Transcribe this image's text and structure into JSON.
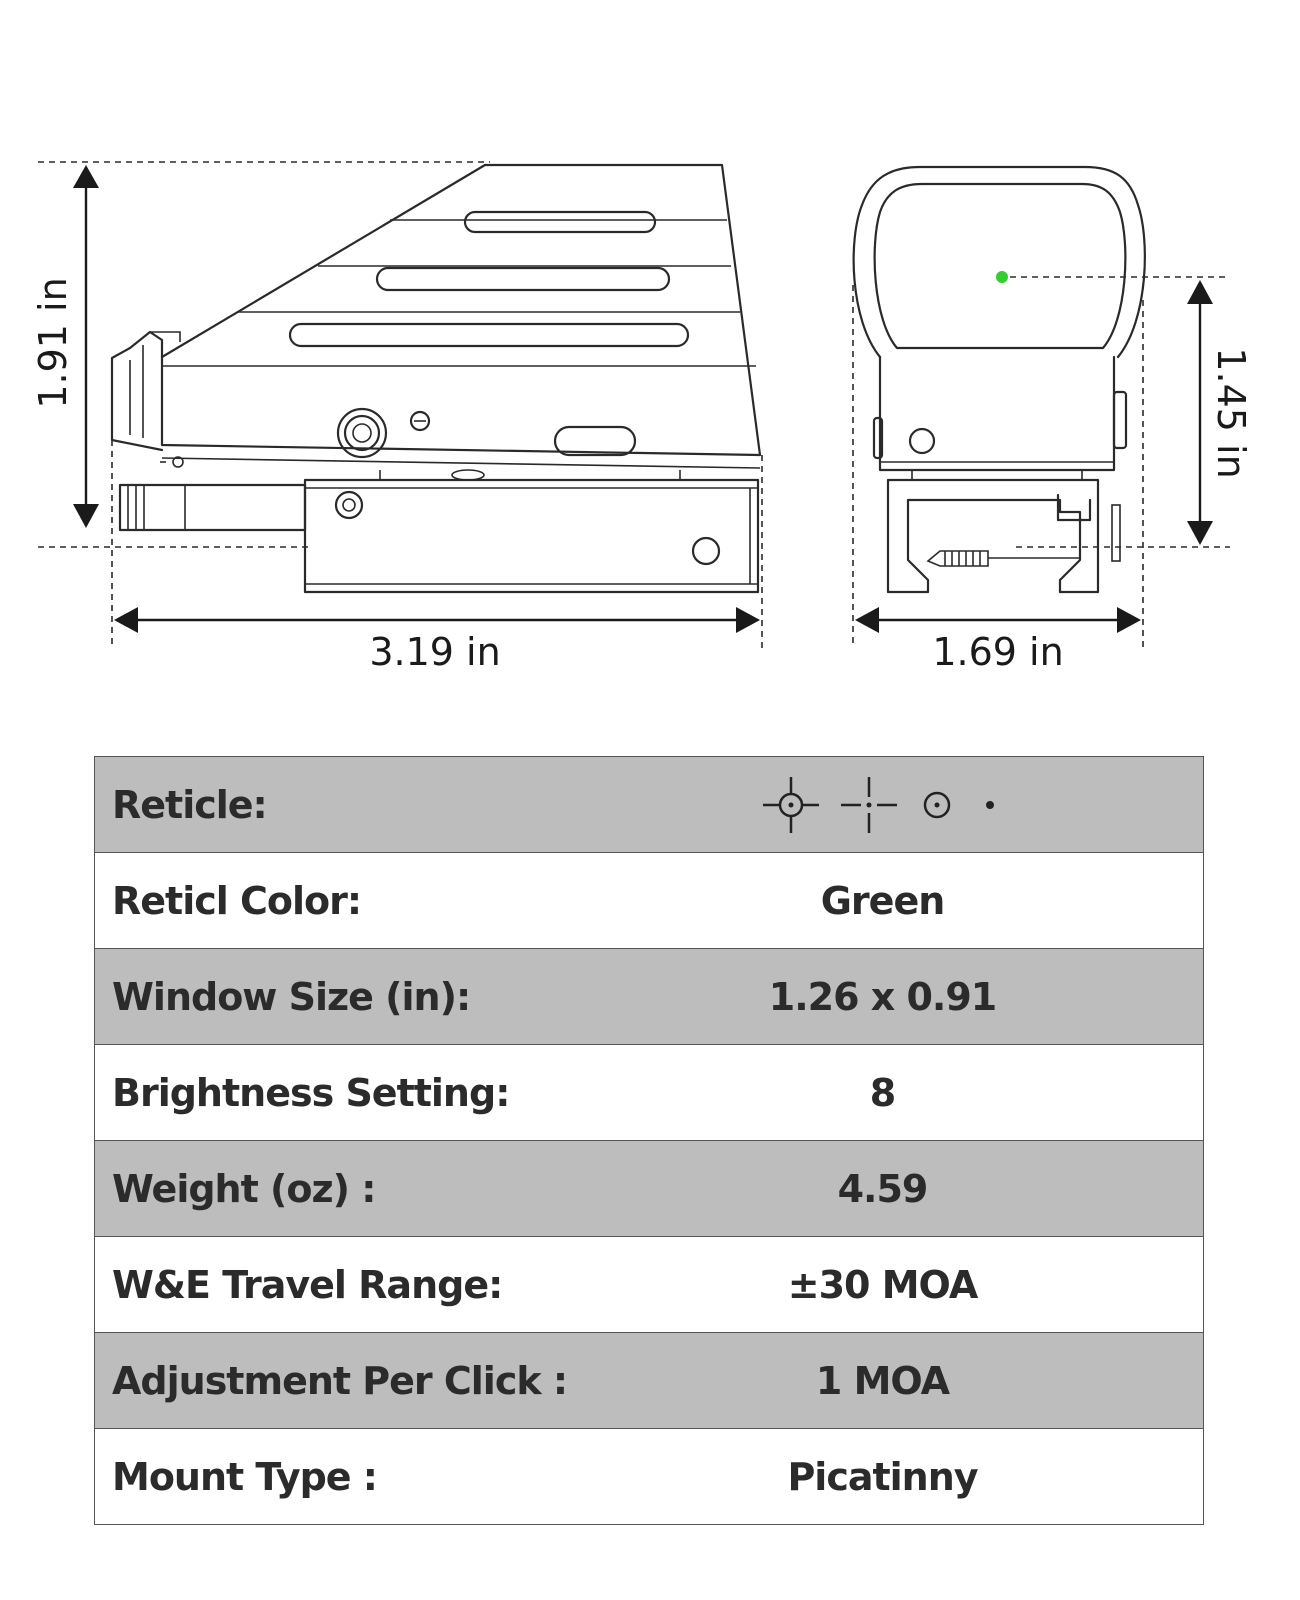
{
  "dimensions": {
    "height_side": "1.91 in",
    "length": "3.19 in",
    "width_front": "1.69 in",
    "height_front": "1.45 in"
  },
  "colors": {
    "dot": "#33cc33",
    "row_shaded": "#bdbdbd",
    "row_plain": "#ffffff"
  },
  "specs": [
    {
      "label": "Reticle:",
      "value": "",
      "icons": [
        "crosshair-circle-dot-icon",
        "crosshair-dot-icon",
        "circle-dot-icon",
        "dot-icon"
      ]
    },
    {
      "label": "Reticl Color:",
      "value": "Green"
    },
    {
      "label": "Window Size (in):",
      "value": "1.26 x 0.91"
    },
    {
      "label": "Brightness Setting:",
      "value": "8"
    },
    {
      "label": "Weight (oz) :",
      "value": "4.59"
    },
    {
      "label": "W&E Travel Range:",
      "value": "±30 MOA"
    },
    {
      "label": "Adjustment Per Click :",
      "value": "1 MOA"
    },
    {
      "label": "Mount Type :",
      "value": "Picatinny"
    }
  ]
}
